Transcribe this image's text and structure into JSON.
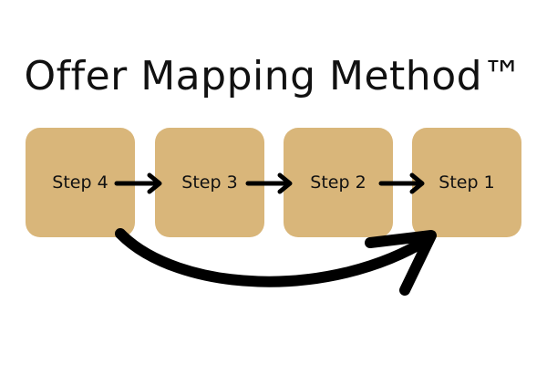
{
  "title": "Offer Mapping Method™",
  "steps": [
    {
      "label": "Step 4"
    },
    {
      "label": "Step 3"
    },
    {
      "label": "Step 2"
    },
    {
      "label": "Step 1"
    }
  ],
  "colors": {
    "box_fill": "#d9b67a",
    "text": "#111111",
    "arrow": "#000000",
    "background": "#ffffff"
  },
  "icons": [
    "arrow-right-icon",
    "curved-arrow-icon"
  ]
}
